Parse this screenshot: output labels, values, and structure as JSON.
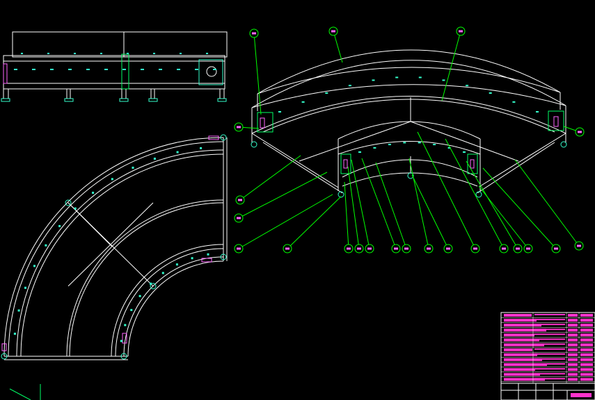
{
  "colors": {
    "background": "#000000",
    "outline": "#ffffff",
    "leader": "#00ff00",
    "balloon": "#00ff00",
    "balloon_fill": "#ff66ff",
    "table_fill": "#ff33cc",
    "accent_cyan": "#33ffcc",
    "accent_green": "#00ff66"
  },
  "views": {
    "front_elevation": "front-elevation-view",
    "plan": "plan-view",
    "isometric": "isometric-view"
  },
  "balloons": {
    "top_row": [
      "balloon-1",
      "balloon-2",
      "balloon-3"
    ],
    "side": [
      "balloon-left-1",
      "balloon-right-1"
    ],
    "left_column": [
      "balloon-left-2",
      "balloon-left-3",
      "balloon-left-4"
    ],
    "bottom_row": [
      "balloon-b1",
      "balloon-b2",
      "balloon-b3",
      "balloon-b4",
      "balloon-b5",
      "balloon-b6",
      "balloon-b7",
      "balloon-b8",
      "balloon-b9",
      "balloon-b10",
      "balloon-b11",
      "balloon-b12",
      "balloon-b13"
    ]
  },
  "title_block": {
    "rows": 14
  }
}
